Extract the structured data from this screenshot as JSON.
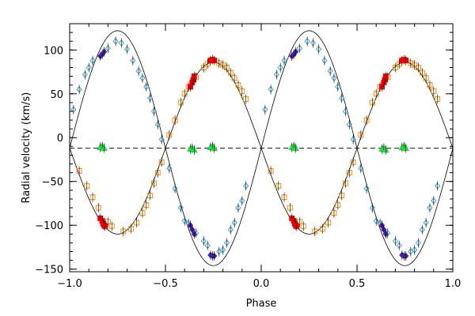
{
  "chart_data": {
    "type": "scatter",
    "title": "",
    "xlabel": "Phase",
    "ylabel": "Radial velocity (km/s)",
    "xlim": [
      -1.0,
      1.0
    ],
    "ylim": [
      -153,
      130
    ],
    "x_ticks": [
      -1.0,
      -0.5,
      0.0,
      0.5,
      1.0
    ],
    "x_tick_labels": [
      "−1.0",
      "−0.5",
      "0.0",
      "0.5",
      "1.0"
    ],
    "y_ticks": [
      100,
      50,
      0,
      -50,
      -100,
      -150
    ],
    "y_tick_labels": [
      "100",
      "50",
      "0",
      "−50",
      "−100",
      "−150"
    ],
    "grid": false,
    "legend": "none",
    "model": {
      "systemic_velocity": -12,
      "primary_amplitude": 124,
      "secondary_amplitude": 98
    },
    "series": [
      {
        "color": "#ff8c00",
        "marker": "square-open",
        "points": [
          [
            0.05,
            -38
          ],
          [
            0.09,
            -55
          ],
          [
            0.12,
            -68
          ],
          [
            0.15,
            -80
          ],
          [
            0.2,
            -96
          ],
          [
            0.22,
            -101
          ],
          [
            0.28,
            -107
          ],
          [
            0.32,
            -104
          ],
          [
            0.35,
            -97
          ],
          [
            0.38,
            -86
          ],
          [
            0.4,
            -77
          ],
          [
            0.42,
            -66
          ],
          [
            0.44,
            -52
          ],
          [
            0.46,
            -40
          ],
          [
            0.48,
            -28
          ],
          [
            0.52,
            3
          ],
          [
            0.55,
            20
          ],
          [
            0.58,
            40
          ],
          [
            0.6,
            50
          ],
          [
            0.62,
            58
          ],
          [
            0.66,
            69
          ],
          [
            0.7,
            80
          ],
          [
            0.72,
            84
          ],
          [
            0.78,
            85
          ],
          [
            0.8,
            83
          ],
          [
            0.82,
            80
          ],
          [
            0.84,
            74
          ],
          [
            0.86,
            68
          ],
          [
            0.88,
            60
          ],
          [
            0.9,
            53
          ],
          [
            0.92,
            44
          ]
        ]
      },
      {
        "color": "#ee0000",
        "marker": "square-filled",
        "points": [
          [
            0.16,
            -92
          ],
          [
            0.17,
            -95
          ],
          [
            0.175,
            -98
          ],
          [
            0.18,
            -100
          ],
          [
            0.185,
            -101
          ],
          [
            0.63,
            58
          ],
          [
            0.64,
            63
          ],
          [
            0.645,
            66
          ],
          [
            0.65,
            70
          ],
          [
            0.735,
            88
          ],
          [
            0.745,
            89
          ],
          [
            0.755,
            88
          ]
        ]
      },
      {
        "color": "#3aa8d8",
        "marker": "diamond-open",
        "points": [
          [
            0.02,
            32
          ],
          [
            0.05,
            55
          ],
          [
            0.08,
            72
          ],
          [
            0.1,
            80
          ],
          [
            0.12,
            88
          ],
          [
            0.2,
            102
          ],
          [
            0.24,
            110
          ],
          [
            0.27,
            108
          ],
          [
            0.3,
            101
          ],
          [
            0.33,
            88
          ],
          [
            0.36,
            76
          ],
          [
            0.38,
            68
          ],
          [
            0.4,
            58
          ],
          [
            0.42,
            45
          ],
          [
            0.44,
            30
          ],
          [
            0.46,
            15
          ],
          [
            0.48,
            -2
          ],
          [
            0.52,
            -35
          ],
          [
            0.55,
            -58
          ],
          [
            0.58,
            -80
          ],
          [
            0.6,
            -95
          ],
          [
            0.62,
            -98
          ],
          [
            0.66,
            -109
          ],
          [
            0.7,
            -118
          ],
          [
            0.72,
            -123
          ],
          [
            0.78,
            -130
          ],
          [
            0.8,
            -128
          ],
          [
            0.82,
            -120
          ],
          [
            0.84,
            -105
          ],
          [
            0.86,
            -97
          ],
          [
            0.88,
            -80
          ],
          [
            0.9,
            -72
          ],
          [
            0.92,
            -55
          ]
        ]
      },
      {
        "color": "#4b1fa8",
        "marker": "diamond-filled",
        "points": [
          [
            0.16,
            93
          ],
          [
            0.17,
            95
          ],
          [
            0.18,
            98
          ],
          [
            0.63,
            -100
          ],
          [
            0.64,
            -105
          ],
          [
            0.65,
            -110
          ],
          [
            0.735,
            -134
          ],
          [
            0.745,
            -135
          ],
          [
            0.755,
            -135
          ]
        ]
      },
      {
        "color": "#22dd44",
        "marker": "triangle-filled",
        "points": [
          [
            0.16,
            -11
          ],
          [
            0.17,
            -10
          ],
          [
            0.18,
            -12
          ],
          [
            0.63,
            -13
          ],
          [
            0.64,
            -12
          ],
          [
            0.65,
            -14
          ],
          [
            0.735,
            -11
          ],
          [
            0.745,
            -10
          ],
          [
            0.755,
            -12
          ]
        ]
      }
    ]
  }
}
